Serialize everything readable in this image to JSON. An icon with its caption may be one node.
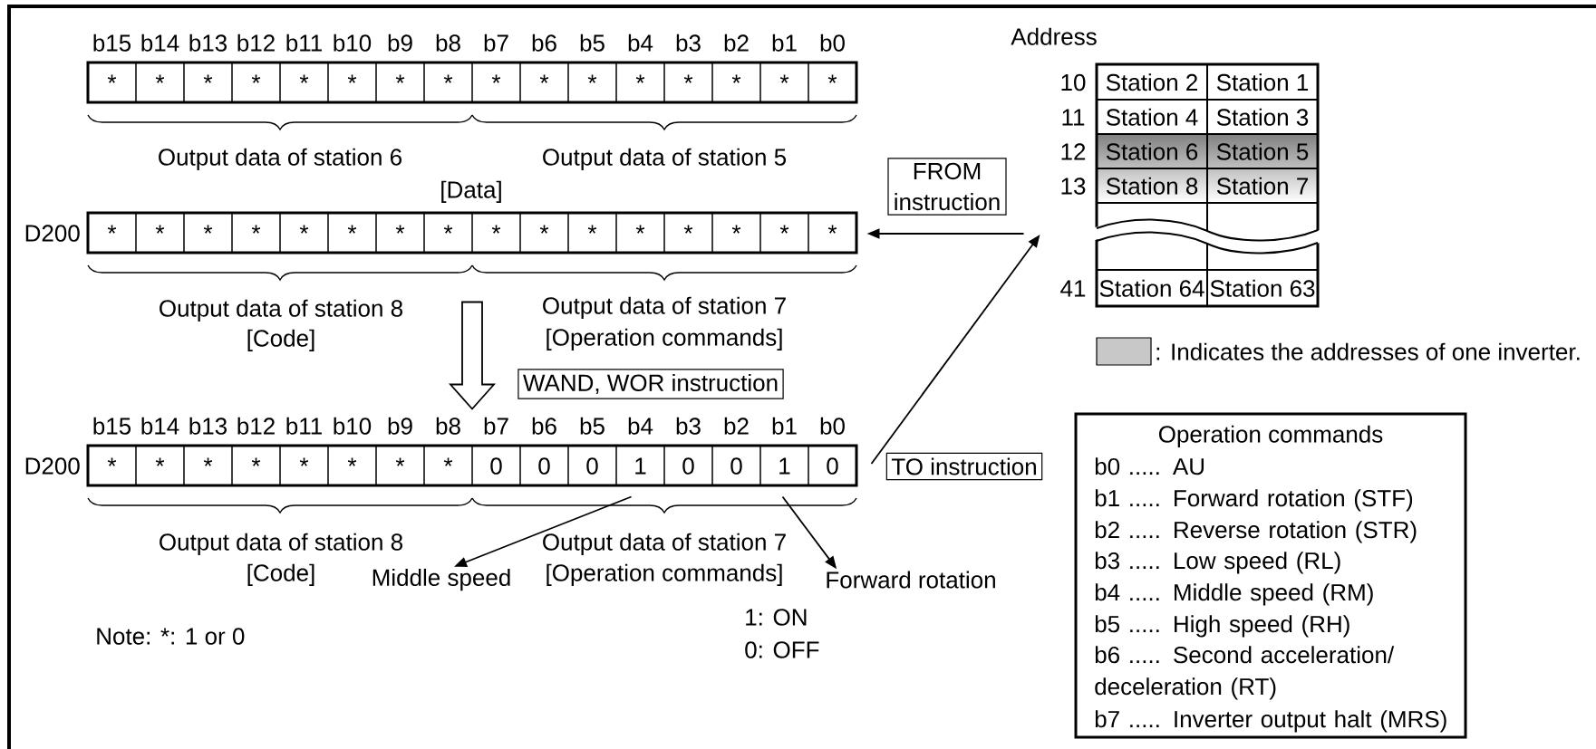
{
  "diagram": {
    "nodes": [
      {
        "text": [
          "*",
          "*",
          "*",
          "*",
          "*",
          "*",
          "*",
          "*",
          "*",
          "*",
          "*",
          "*",
          "*",
          "*",
          "*",
          "*"
        ]
      },
      {
        "text": [
          "*",
          "*",
          "*",
          "*",
          "*",
          "*",
          "*",
          "*",
          "*",
          "*",
          "*",
          "*",
          "*",
          "*",
          "*",
          "*"
        ],
        "beside": [
          "D200"
        ]
      },
      {
        "text": [
          "*",
          "*",
          "*",
          "*",
          "*",
          "*",
          "*",
          "*",
          "0",
          "0",
          "0",
          "1",
          "0",
          "0",
          "1",
          "0"
        ],
        "beside": [
          "D200"
        ]
      },
      {
        "text": [
          "Station 2",
          "Station 1",
          "Station 4",
          "Station 3",
          "Station 6",
          "Station 5",
          "Station 8",
          "Station 7",
          "Station 64",
          "Station 63"
        ]
      },
      {
        "text": [
          "Middle speed"
        ]
      },
      {
        "text": [
          "Forward rotation"
        ]
      },
      {
        "text": [
          "Operation commands",
          "b0 ..... AU",
          "b1 ..... Forward rotation (STF)",
          "b2 ..... Reverse rotation (STR)",
          "b3 ..... Low speed (RL)",
          "b4 ..... Middle speed (RM)",
          "b5 ..... High speed (RH)",
          "b6 ..... Second acceleration/ deceleration (RT)",
          "b7 ..... Inverter output halt (MRS)"
        ]
      }
    ],
    "edges": [
      {
        "from": 3,
        "to": 1,
        "arrow": "to",
        "label": "FROM instruction"
      },
      {
        "from": 1,
        "to": 2,
        "arrow": "to",
        "label": "WAND, WOR instruction",
        "style": "thick"
      },
      {
        "from": 2,
        "to": 3,
        "arrow": "to",
        "label": "TO instruction"
      },
      {
        "from": 2,
        "to": 4,
        "arrow": "to"
      },
      {
        "from": 2,
        "to": 5,
        "arrow": "to"
      }
    ],
    "labels": [
      "b15",
      "b14",
      "b13",
      "b12",
      "b11",
      "b10",
      "b9",
      "b8",
      "b7",
      "b6",
      "b5",
      "b4",
      "b3",
      "b2",
      "b1",
      "b0",
      "Output data of station 6",
      "Output data of station 5",
      "[Data]",
      "Output data of station 8",
      "[Code]",
      "Output data of station 7",
      "[Operation commands]",
      "b15",
      "b14",
      "b13",
      "b12",
      "b11",
      "b10",
      "b9",
      "b8",
      "b7",
      "b6",
      "b5",
      "b4",
      "b3",
      "b2",
      "b1",
      "b0",
      "Output data of station 8",
      "[Code]",
      "Output data of station 7",
      "[Operation commands]",
      "Note: *: 1 or 0",
      "1: ON",
      "0: OFF",
      "Address",
      "10",
      "11",
      "12",
      "13",
      "41"
    ],
    "legend": [
      {
        "text": ": Indicates the addresses of one inverter.",
        "color": "#c8c8c8"
      }
    ]
  }
}
